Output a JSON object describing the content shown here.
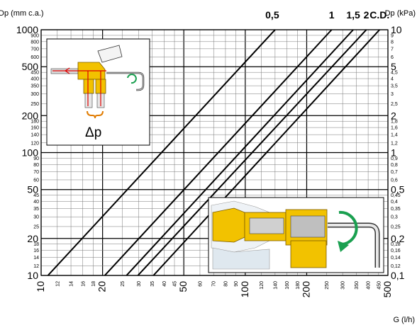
{
  "chart_data": {
    "type": "line",
    "title": "",
    "xlabel": "G (l/h)",
    "ylabel_left": "Dp (mm c.a.)",
    "ylabel_right": "Dp (kPa)",
    "x_scale": "log",
    "y_scale": "log",
    "xlim": [
      10,
      500
    ],
    "ylim": [
      10,
      1000
    ],
    "ylim_right_kpa": [
      0.1,
      10
    ],
    "grid": true,
    "x_ticks": [
      "10",
      "12",
      "14",
      "16",
      "18",
      "20",
      "25",
      "30",
      "35",
      "40",
      "45",
      "50",
      "60",
      "70",
      "80",
      "90",
      "100",
      "120",
      "140",
      "160",
      "180",
      "200",
      "250",
      "300",
      "350",
      "400",
      "450",
      "500"
    ],
    "x_major_ticks": [
      "10",
      "20",
      "50",
      "100",
      "200",
      "500"
    ],
    "y_ticks_left": [
      "10",
      "12",
      "14",
      "16",
      "18",
      "20",
      "25",
      "30",
      "35",
      "40",
      "45",
      "50",
      "60",
      "70",
      "80",
      "90",
      "100",
      "120",
      "140",
      "160",
      "180",
      "200",
      "250",
      "300",
      "350",
      "400",
      "450",
      "500",
      "600",
      "700",
      "800",
      "900",
      "1000"
    ],
    "y_major_ticks_left": [
      "10",
      "20",
      "50",
      "100",
      "200",
      "500",
      "1000"
    ],
    "y_ticks_right": [
      "0,1",
      "0,12",
      "0,14",
      "0,16",
      "0,18",
      "0,2",
      "0,25",
      "0,3",
      "0,35",
      "0,4",
      "0,45",
      "0,5",
      "0,6",
      "0,7",
      "0,8",
      "0,9",
      "1",
      "1,2",
      "1,4",
      "1,6",
      "1,8",
      "2",
      "2,5",
      "3",
      "3,5",
      "4",
      "4,5",
      "5",
      "6",
      "7",
      "8",
      "9",
      "10"
    ],
    "y_major_ticks_right": [
      "0,1",
      "0,2",
      "0,5",
      "1",
      "2",
      "5",
      "10"
    ],
    "series": [
      {
        "name": "0,5",
        "x": [
          10.8,
          140
        ],
        "y": [
          10,
          1000
        ]
      },
      {
        "name": "1",
        "x": [
          20.5,
          265
        ],
        "y": [
          10,
          1000
        ]
      },
      {
        "name": "1,5",
        "x": [
          26.2,
          338
        ],
        "y": [
          10,
          1000
        ]
      },
      {
        "name": "2",
        "x": [
          29.8,
          392
        ],
        "y": [
          10,
          1000
        ]
      },
      {
        "name": "C.D.",
        "x": [
          35.5,
          455
        ],
        "y": [
          10,
          1000
        ]
      }
    ]
  },
  "insets": {
    "top_left_label": "Δp"
  }
}
